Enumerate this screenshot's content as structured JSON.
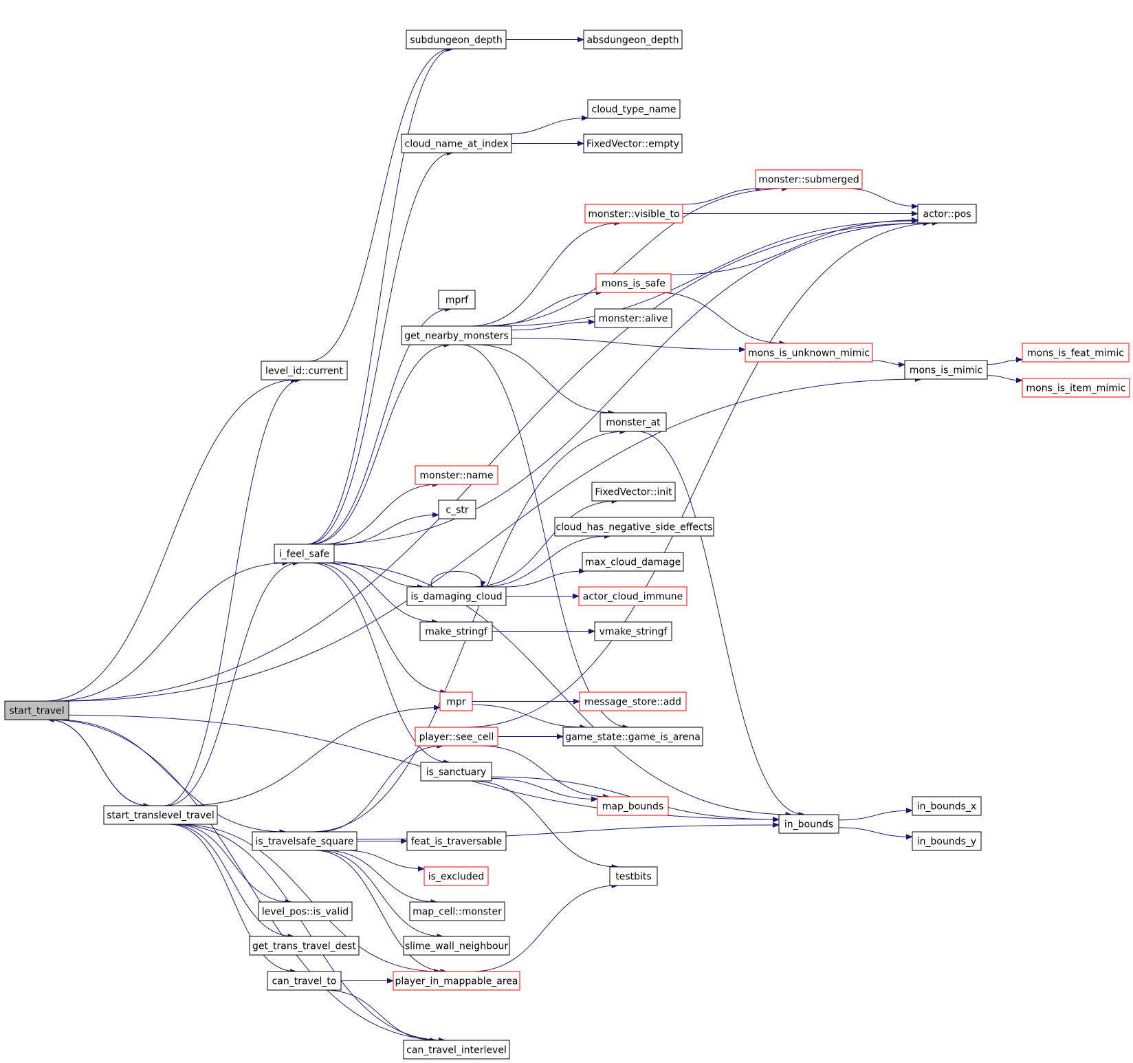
{
  "graph": {
    "nodes": [
      {
        "id": "start_travel",
        "label": "start_travel",
        "style": "root"
      },
      {
        "id": "level_id_current",
        "label": "level_id::current",
        "style": "black"
      },
      {
        "id": "subdungeon_depth",
        "label": "subdungeon_depth",
        "style": "black"
      },
      {
        "id": "absdungeon_depth",
        "label": "absdungeon_depth",
        "style": "black"
      },
      {
        "id": "cloud_type_name",
        "label": "cloud_type_name",
        "style": "black"
      },
      {
        "id": "cloud_name_at_index",
        "label": "cloud_name_at_index",
        "style": "black"
      },
      {
        "id": "fixedvector_empty",
        "label": "FixedVector::empty",
        "style": "black"
      },
      {
        "id": "monster_submerged",
        "label": "monster::submerged",
        "style": "red"
      },
      {
        "id": "monster_visible_to",
        "label": "monster::visible_to",
        "style": "red"
      },
      {
        "id": "actor_pos",
        "label": "actor::pos",
        "style": "black"
      },
      {
        "id": "mons_is_safe",
        "label": "mons_is_safe",
        "style": "red"
      },
      {
        "id": "mprf",
        "label": "mprf",
        "style": "black"
      },
      {
        "id": "monster_alive",
        "label": "monster::alive",
        "style": "black"
      },
      {
        "id": "get_nearby_monsters",
        "label": "get_nearby_monsters",
        "style": "black"
      },
      {
        "id": "mons_is_unknown_mimic",
        "label": "mons_is_unknown_mimic",
        "style": "red"
      },
      {
        "id": "mons_is_mimic",
        "label": "mons_is_mimic",
        "style": "black"
      },
      {
        "id": "mons_is_feat_mimic",
        "label": "mons_is_feat_mimic",
        "style": "red"
      },
      {
        "id": "mons_is_item_mimic",
        "label": "mons_is_item_mimic",
        "style": "red"
      },
      {
        "id": "monster_at",
        "label": "monster_at",
        "style": "black"
      },
      {
        "id": "monster_name",
        "label": "monster::name",
        "style": "red"
      },
      {
        "id": "fixedvector_init",
        "label": "FixedVector::init",
        "style": "black"
      },
      {
        "id": "c_str",
        "label": "c_str",
        "style": "black"
      },
      {
        "id": "cloud_has_negative_side_effects",
        "label": "cloud_has_negative_side_effects",
        "style": "black"
      },
      {
        "id": "i_feel_safe",
        "label": "i_feel_safe",
        "style": "black"
      },
      {
        "id": "max_cloud_damage",
        "label": "max_cloud_damage",
        "style": "black"
      },
      {
        "id": "is_damaging_cloud",
        "label": "is_damaging_cloud",
        "style": "black"
      },
      {
        "id": "actor_cloud_immune",
        "label": "actor_cloud_immune",
        "style": "red"
      },
      {
        "id": "make_stringf",
        "label": "make_stringf",
        "style": "black"
      },
      {
        "id": "vmake_stringf",
        "label": "vmake_stringf",
        "style": "black"
      },
      {
        "id": "mpr",
        "label": "mpr",
        "style": "red"
      },
      {
        "id": "message_store_add",
        "label": "message_store::add",
        "style": "red"
      },
      {
        "id": "player_see_cell",
        "label": "player::see_cell",
        "style": "red"
      },
      {
        "id": "game_state_game_is_arena",
        "label": "game_state::game_is_arena",
        "style": "black"
      },
      {
        "id": "is_sanctuary",
        "label": "is_sanctuary",
        "style": "black"
      },
      {
        "id": "map_bounds",
        "label": "map_bounds",
        "style": "red"
      },
      {
        "id": "in_bounds_x",
        "label": "in_bounds_x",
        "style": "black"
      },
      {
        "id": "start_translevel_travel",
        "label": "start_translevel_travel",
        "style": "black"
      },
      {
        "id": "in_bounds",
        "label": "in_bounds",
        "style": "black"
      },
      {
        "id": "is_travelsafe_square",
        "label": "is_travelsafe_square",
        "style": "black"
      },
      {
        "id": "feat_is_traversable",
        "label": "feat_is_traversable",
        "style": "black"
      },
      {
        "id": "in_bounds_y",
        "label": "in_bounds_y",
        "style": "black"
      },
      {
        "id": "is_excluded",
        "label": "is_excluded",
        "style": "red"
      },
      {
        "id": "testbits",
        "label": "testbits",
        "style": "black"
      },
      {
        "id": "level_pos_is_valid",
        "label": "level_pos::is_valid",
        "style": "black"
      },
      {
        "id": "map_cell_monster",
        "label": "map_cell::monster",
        "style": "black"
      },
      {
        "id": "get_trans_travel_dest",
        "label": "get_trans_travel_dest",
        "style": "black"
      },
      {
        "id": "slime_wall_neighbour",
        "label": "slime_wall_neighbour",
        "style": "black"
      },
      {
        "id": "can_travel_to",
        "label": "can_travel_to",
        "style": "black"
      },
      {
        "id": "player_in_mappable_area",
        "label": "player_in_mappable_area",
        "style": "red"
      },
      {
        "id": "can_travel_interlevel",
        "label": "can_travel_interlevel",
        "style": "black"
      }
    ],
    "edges": [
      [
        "start_travel",
        "actor_pos"
      ],
      [
        "start_travel",
        "level_id_current"
      ],
      [
        "start_travel",
        "mons_is_mimic"
      ],
      [
        "start_travel",
        "in_bounds"
      ],
      [
        "start_travel",
        "i_feel_safe"
      ],
      [
        "start_travel",
        "start_translevel_travel"
      ],
      [
        "start_travel",
        "is_travelsafe_square"
      ],
      [
        "start_travel",
        "can_travel_interlevel"
      ],
      [
        "start_translevel_travel",
        "start_travel"
      ],
      [
        "start_translevel_travel",
        "level_id_current"
      ],
      [
        "start_translevel_travel",
        "i_feel_safe"
      ],
      [
        "start_translevel_travel",
        "mpr"
      ],
      [
        "start_translevel_travel",
        "level_pos_is_valid"
      ],
      [
        "start_translevel_travel",
        "get_trans_travel_dest"
      ],
      [
        "start_translevel_travel",
        "can_travel_to"
      ],
      [
        "start_translevel_travel",
        "can_travel_interlevel"
      ],
      [
        "start_translevel_travel",
        "player_in_mappable_area"
      ],
      [
        "level_id_current",
        "subdungeon_depth"
      ],
      [
        "subdungeon_depth",
        "absdungeon_depth"
      ],
      [
        "cloud_name_at_index",
        "cloud_type_name"
      ],
      [
        "cloud_name_at_index",
        "fixedvector_empty"
      ],
      [
        "i_feel_safe",
        "subdungeon_depth"
      ],
      [
        "i_feel_safe",
        "actor_pos"
      ],
      [
        "i_feel_safe",
        "cloud_name_at_index"
      ],
      [
        "i_feel_safe",
        "mprf"
      ],
      [
        "i_feel_safe",
        "get_nearby_monsters"
      ],
      [
        "i_feel_safe",
        "monster_name"
      ],
      [
        "i_feel_safe",
        "c_str"
      ],
      [
        "i_feel_safe",
        "is_damaging_cloud"
      ],
      [
        "i_feel_safe",
        "make_stringf"
      ],
      [
        "i_feel_safe",
        "mpr"
      ],
      [
        "i_feel_safe",
        "is_sanctuary"
      ],
      [
        "i_feel_safe",
        "in_bounds"
      ],
      [
        "get_nearby_monsters",
        "monster_submerged"
      ],
      [
        "get_nearby_monsters",
        "monster_visible_to"
      ],
      [
        "get_nearby_monsters",
        "actor_pos"
      ],
      [
        "get_nearby_monsters",
        "mons_is_safe"
      ],
      [
        "get_nearby_monsters",
        "monster_alive"
      ],
      [
        "get_nearby_monsters",
        "mons_is_unknown_mimic"
      ],
      [
        "get_nearby_monsters",
        "monster_at"
      ],
      [
        "get_nearby_monsters",
        "game_state_game_is_arena"
      ],
      [
        "monster_submerged",
        "actor_pos"
      ],
      [
        "monster_visible_to",
        "monster_submerged"
      ],
      [
        "monster_visible_to",
        "actor_pos"
      ],
      [
        "mons_is_safe",
        "actor_pos"
      ],
      [
        "mons_is_safe",
        "mons_is_unknown_mimic"
      ],
      [
        "mons_is_unknown_mimic",
        "mons_is_mimic"
      ],
      [
        "mons_is_mimic",
        "mons_is_feat_mimic"
      ],
      [
        "mons_is_mimic",
        "mons_is_item_mimic"
      ],
      [
        "monster_at",
        "in_bounds"
      ],
      [
        "is_damaging_cloud",
        "is_damaging_cloud"
      ],
      [
        "is_damaging_cloud",
        "fixedvector_init"
      ],
      [
        "is_damaging_cloud",
        "cloud_has_negative_side_effects"
      ],
      [
        "is_damaging_cloud",
        "max_cloud_damage"
      ],
      [
        "is_damaging_cloud",
        "actor_cloud_immune"
      ],
      [
        "make_stringf",
        "vmake_stringf"
      ],
      [
        "mpr",
        "message_store_add"
      ],
      [
        "mpr",
        "game_state_game_is_arena"
      ],
      [
        "player_see_cell",
        "game_state_game_is_arena"
      ],
      [
        "player_see_cell",
        "actor_pos"
      ],
      [
        "player_see_cell",
        "map_bounds"
      ],
      [
        "is_sanctuary",
        "map_bounds"
      ],
      [
        "is_sanctuary",
        "in_bounds"
      ],
      [
        "is_sanctuary",
        "testbits"
      ],
      [
        "in_bounds",
        "in_bounds_x"
      ],
      [
        "in_bounds",
        "in_bounds_y"
      ],
      [
        "is_travelsafe_square",
        "monster_at"
      ],
      [
        "is_travelsafe_square",
        "player_see_cell"
      ],
      [
        "is_travelsafe_square",
        "in_bounds"
      ],
      [
        "is_travelsafe_square",
        "feat_is_traversable"
      ],
      [
        "is_travelsafe_square",
        "is_excluded"
      ],
      [
        "is_travelsafe_square",
        "map_cell_monster"
      ],
      [
        "is_travelsafe_square",
        "slime_wall_neighbour"
      ],
      [
        "is_travelsafe_square",
        "player_in_mappable_area"
      ],
      [
        "player_in_mappable_area",
        "testbits"
      ],
      [
        "can_travel_to",
        "player_in_mappable_area"
      ],
      [
        "can_travel_to",
        "can_travel_interlevel"
      ]
    ]
  },
  "colors": {
    "edge": "#191970",
    "node_border": "#000000",
    "node_border_incomplete": "#ff0000",
    "root_fill": "#bfbfbf",
    "background": "#ffffff"
  }
}
